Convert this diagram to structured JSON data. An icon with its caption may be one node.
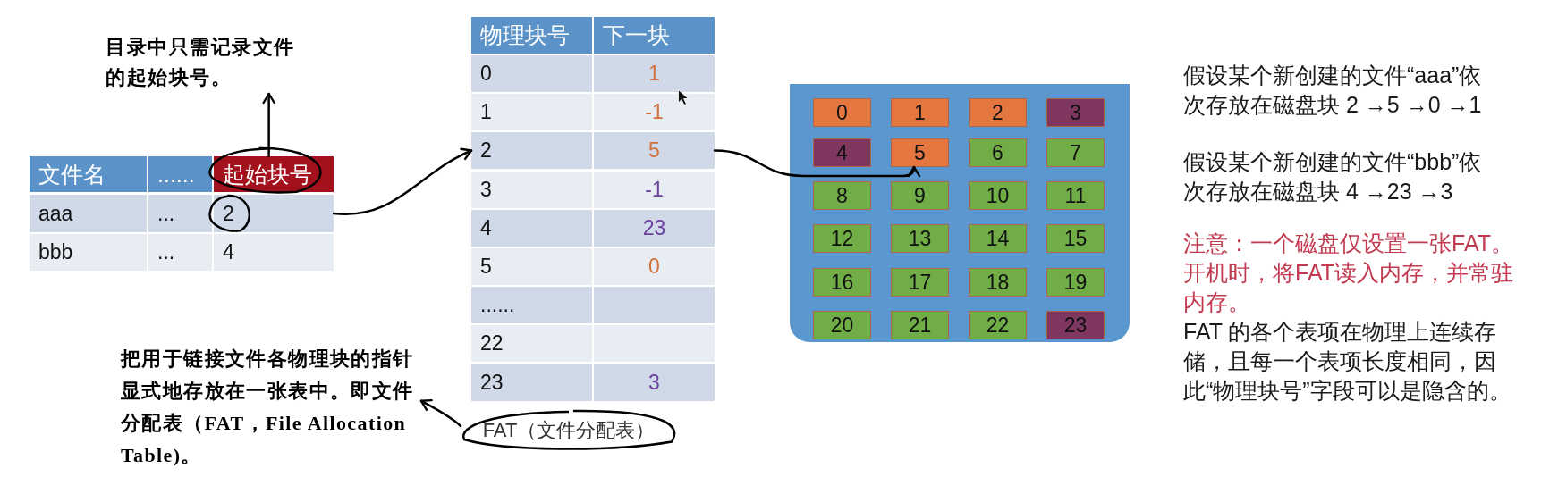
{
  "diagram": {
    "nodes": [
      {
        "text": [
          "目录中只需记录文件的起始块号。"
        ]
      },
      {
        "text": [
          "文件名"
        ]
      },
      {
        "text": [
          "......"
        ]
      },
      {
        "text": [
          "起始块号"
        ]
      },
      {
        "text": [
          "aaa"
        ]
      },
      {
        "text": [
          "..."
        ]
      },
      {
        "text": [
          "2"
        ]
      },
      {
        "text": [
          "bbb"
        ]
      },
      {
        "text": [
          "..."
        ]
      },
      {
        "text": [
          "4"
        ]
      },
      {
        "text": [
          "物理块号"
        ]
      },
      {
        "text": [
          "下一块"
        ]
      },
      {
        "text": [
          "0"
        ]
      },
      {
        "text": [
          "1"
        ]
      },
      {
        "text": [
          "1"
        ]
      },
      {
        "text": [
          "-1"
        ]
      },
      {
        "text": [
          "2"
        ]
      },
      {
        "text": [
          "5"
        ]
      },
      {
        "text": [
          "3"
        ]
      },
      {
        "text": [
          "-1"
        ]
      },
      {
        "text": [
          "4"
        ]
      },
      {
        "text": [
          "23"
        ]
      },
      {
        "text": [
          "5"
        ]
      },
      {
        "text": [
          "0"
        ]
      },
      {
        "text": [
          "......"
        ]
      },
      {
        "text": [],
        "shape": "box"
      },
      {
        "text": [
          "22"
        ]
      },
      {
        "text": [],
        "shape": "box"
      },
      {
        "text": [
          "23"
        ]
      },
      {
        "text": [
          "3"
        ]
      },
      {
        "text": [
          "FAT（文件分配表）"
        ]
      },
      {
        "text": [
          "把用于链接文件各物理块的指针显式地存放在一张表中。即文件分配表（FAT，File Allocation Table)。"
        ]
      },
      {
        "text": [],
        "shape": "box"
      },
      {
        "text": [
          "0"
        ],
        "in": 32
      },
      {
        "text": [
          "1"
        ],
        "in": 32
      },
      {
        "text": [
          "2"
        ],
        "in": 32
      },
      {
        "text": [
          "3"
        ],
        "in": 32
      },
      {
        "text": [
          "4"
        ],
        "in": 32
      },
      {
        "text": [
          "5"
        ],
        "in": 32
      },
      {
        "text": [
          "6"
        ],
        "in": 32
      },
      {
        "text": [
          "7"
        ],
        "in": 32
      },
      {
        "text": [
          "8"
        ],
        "in": 32
      },
      {
        "text": [
          "9"
        ],
        "in": 32
      },
      {
        "text": [
          "10"
        ],
        "in": 32
      },
      {
        "text": [
          "11"
        ],
        "in": 32
      },
      {
        "text": [
          "12"
        ],
        "in": 32
      },
      {
        "text": [
          "13"
        ],
        "in": 32
      },
      {
        "text": [
          "14"
        ],
        "in": 32
      },
      {
        "text": [
          "15"
        ],
        "in": 32
      },
      {
        "text": [
          "16"
        ],
        "in": 32
      },
      {
        "text": [
          "17"
        ],
        "in": 32
      },
      {
        "text": [
          "18"
        ],
        "in": 32
      },
      {
        "text": [
          "19"
        ],
        "in": 32
      },
      {
        "text": [
          "20"
        ],
        "in": 32
      },
      {
        "text": [
          "21"
        ],
        "in": 32
      },
      {
        "text": [
          "22"
        ],
        "in": 32
      },
      {
        "text": [
          "23"
        ],
        "in": 32
      }
    ],
    "edges": [
      {
        "from": 3,
        "to": 0,
        "arrow": "to"
      },
      {
        "from": 6,
        "to": 16,
        "arrow": "to"
      },
      {
        "from": 17,
        "to": 38,
        "arrow": "to"
      },
      {
        "from": 30,
        "to": 31,
        "arrow": "to"
      }
    ],
    "labels": [
      "假设某个新创建的文件“aaa”依次存放在磁盘块 2 →5 →0 →1",
      "假设某个新创建的文件“bbb”依次存放在磁盘块 4 →23 →3",
      "注意：一个磁盘仅设置一张FAT。开机时，将FAT读入内存，并常驻内存。",
      "FAT 的各个表项在物理上连续存储，且每一个表项长度相同，因此“物理块号”字段可以是隐含的。"
    ]
  }
}
